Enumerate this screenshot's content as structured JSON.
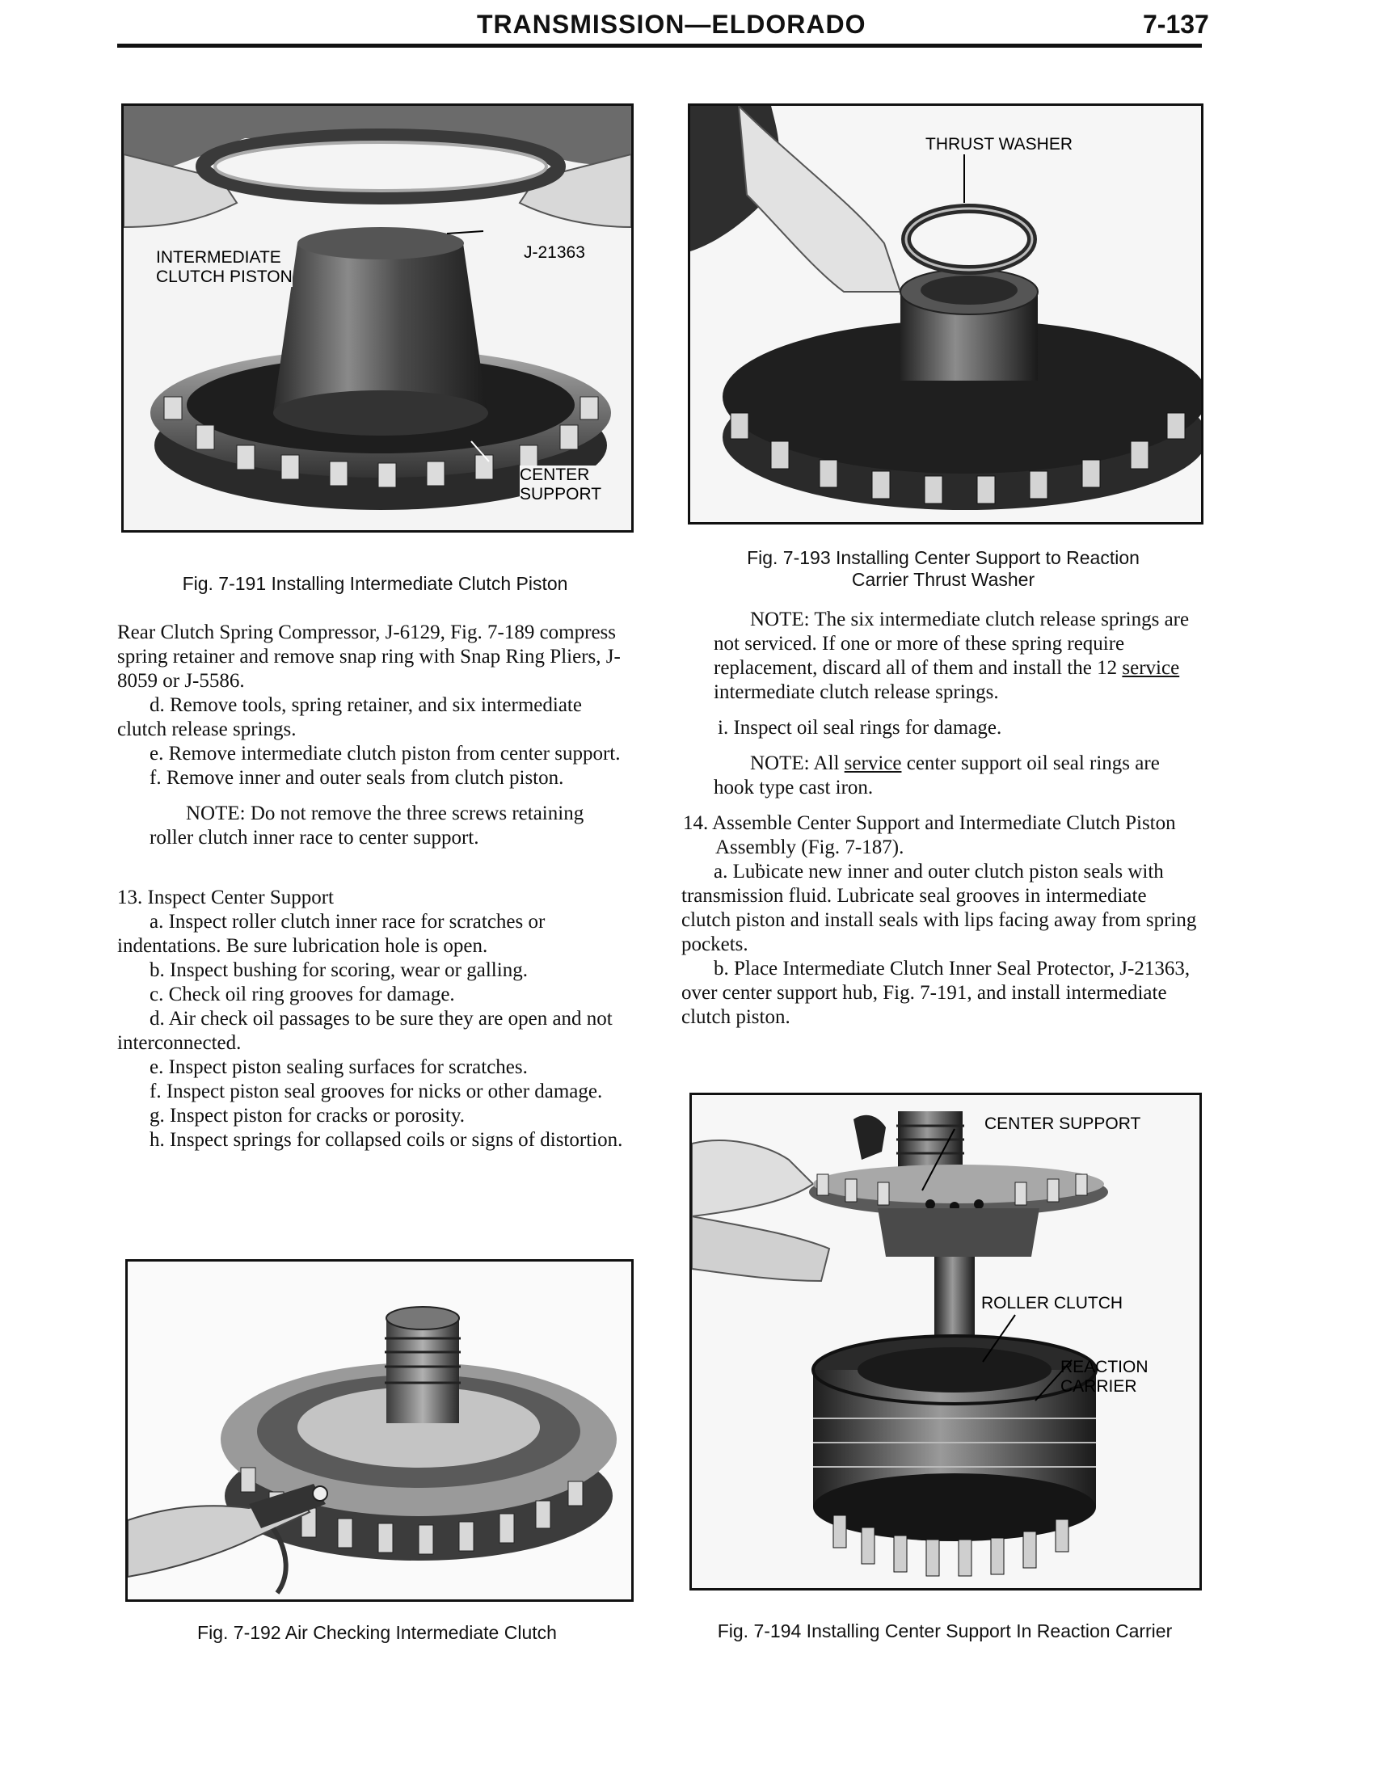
{
  "header": {
    "title": "TRANSMISSION—ELDORADO",
    "page_number": "7-137"
  },
  "figures": {
    "fig191": {
      "callout_piston": "INTERMEDIATE\nCLUTCH PISTON",
      "callout_tool": "J-21363",
      "callout_support": "CENTER\nSUPPORT",
      "caption": "Fig. 7-191  Installing Intermediate Clutch Piston"
    },
    "fig192": {
      "caption": "Fig. 7-192  Air Checking Intermediate Clutch"
    },
    "fig193": {
      "callout_washer": "THRUST WASHER",
      "caption": "Fig. 7-193  Installing Center Support to Reaction\nCarrier Thrust Washer"
    },
    "fig194": {
      "callout_support": "CENTER SUPPORT",
      "callout_roller": "ROLLER CLUTCH",
      "callout_carrier": "REACTION\nCARRIER",
      "caption": "Fig. 7-194  Installing Center Support In Reaction Carrier"
    }
  },
  "left_column": {
    "p1": "Rear Clutch Spring Compressor, J-6129, Fig. 7-189 compress spring retainer and remove snap ring with Snap Ring Pliers, J-8059 or J-5586.",
    "d": "d. Remove tools, spring retainer, and six intermediate clutch release springs.",
    "e": "e. Remove intermediate clutch piston from center support.",
    "f": "f.  Remove inner and outer seals from clutch piston.",
    "note": "NOTE:  Do not remove the three screws retaining roller clutch inner race to center support.",
    "s13": "13. Inspect Center Support",
    "s13a": "a. Inspect roller clutch inner race for scratches or indentations. Be sure lubrication hole is open.",
    "s13b": "b. Inspect bushing for scoring, wear or galling.",
    "s13c": "c. Check oil ring grooves for damage.",
    "s13d": "d. Air check oil passages to be sure they are open and not interconnected.",
    "s13e": "e. Inspect piston sealing surfaces for scratches.",
    "s13f": "f.  Inspect piston seal grooves for nicks or other damage.",
    "s13g": "g. Inspect piston for cracks or porosity.",
    "s13h": "h. Inspect springs for collapsed coils or signs of distortion."
  },
  "right_column": {
    "note1_a": "NOTE:  The six intermediate clutch release springs are not serviced. If one or more of these spring require replacement, discard all of them and install the 12 ",
    "note1_u": "service",
    "note1_b": " intermediate clutch release springs.",
    "i": "i.  Inspect oil seal rings for damage.",
    "note2_a": "NOTE:  All ",
    "note2_u": "service",
    "note2_b": " center support oil seal rings are hook type cast iron.",
    "s14": "14. Assemble Center Support and Intermediate Clutch Piston Assembly (Fig. 7-187).",
    "s14a": "a. Luḃicate new inner and outer clutch piston seals with transmission fluid. Lubricate seal grooves in intermediate clutch piston and install seals with lips facing away from spring pockets.",
    "s14b": "b. Place Intermediate Clutch Inner Seal Protector, J-21363, over center support hub, Fig. 7-191, and install intermediate clutch piston."
  }
}
